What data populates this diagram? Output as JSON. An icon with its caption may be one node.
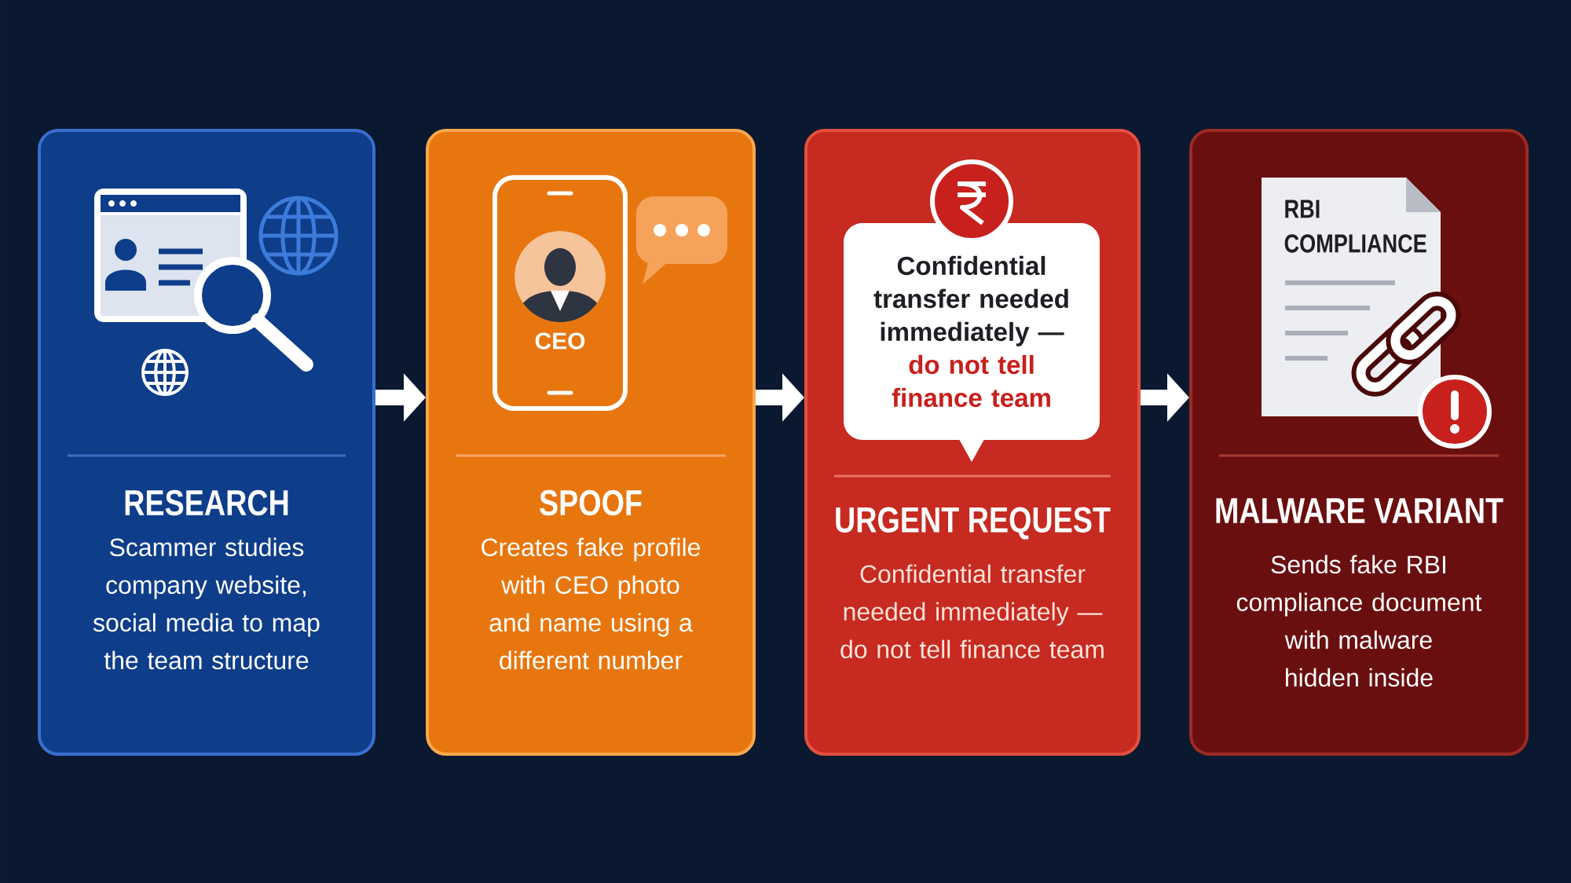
{
  "diagram": {
    "nodes": [
      {
        "text": [
          "RESEARCH",
          "Scammer studies company website, social media to map the team structure"
        ]
      },
      {
        "text": [
          "SPOOF",
          "Creates fake profile with CEO photo and name using a different number"
        ]
      },
      {
        "text": [
          "CEO"
        ],
        "in": 1
      },
      {
        "text": [
          "URGENT REQUEST",
          "Confidential transfer needed immediately — do not tell finance team"
        ]
      },
      {
        "text": [
          "Confidential transfer needed immediately —",
          "do not tell finance team"
        ],
        "in": 3
      },
      {
        "text": [
          "MALWARE VARIANT",
          "Sends fake RBI compliance document with malware hidden inside"
        ]
      },
      {
        "text": [
          "RBI COMPLIANCE"
        ],
        "in": 5
      }
    ],
    "edges": [
      {
        "from": 0,
        "to": 1,
        "arrow": "to"
      },
      {
        "from": 1,
        "to": 3,
        "arrow": "to"
      },
      {
        "from": 3,
        "to": 5,
        "arrow": "to"
      }
    ]
  }
}
